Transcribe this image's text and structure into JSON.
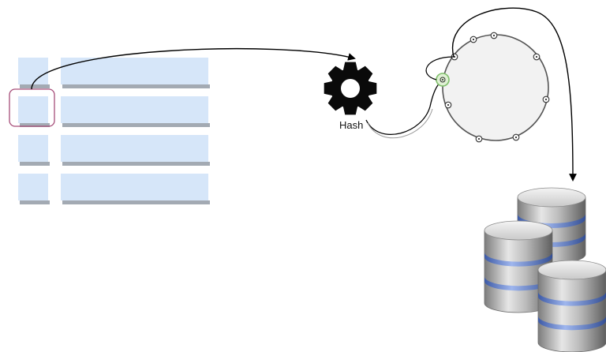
{
  "labels": {
    "hash": "Hash"
  },
  "table": {
    "row_count": 4,
    "highlighted_row": 2
  },
  "ring": {
    "node_count": 8,
    "mapped_key_count": 1
  },
  "database": {
    "stack_count": 3
  },
  "icons": {
    "hash_function": "gear-icon",
    "key_marker": "key-marker-icon",
    "database": "database-stack-icon"
  },
  "colors": {
    "row_fill": "#d6e6f9",
    "row_shadow": "#a3aab3",
    "row_highlight_border": "#a64d79",
    "ring_fill": "#f2f2f2",
    "ring_stroke": "#555555",
    "key_marker": "#7fbf6a",
    "gear": "#0a0a0a",
    "db_band": "#6f8fd6"
  }
}
